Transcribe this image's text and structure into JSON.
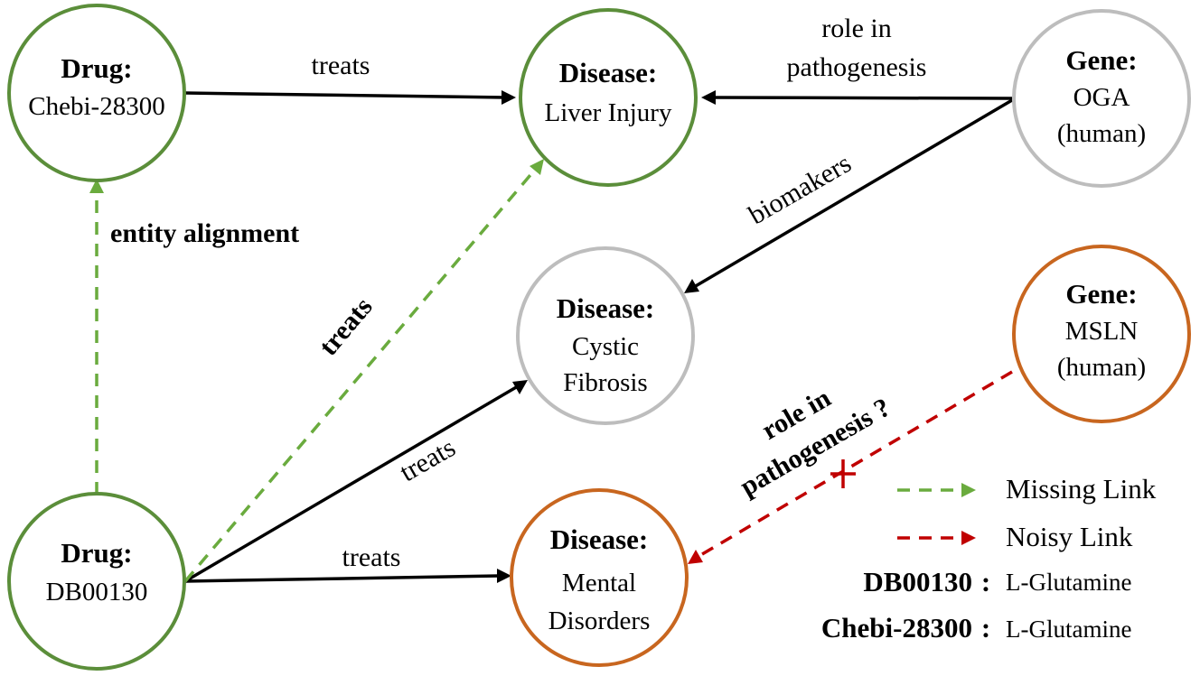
{
  "colors": {
    "green_node": "#5b8e3a",
    "gray_node": "#bdbdbd",
    "orange_node": "#c8661f",
    "black_edge": "#000000",
    "missing_link": "#6aab3e",
    "noisy_link": "#c00000"
  },
  "nodes": {
    "drug_chebi": {
      "type_label": "Drug:",
      "name_lines": [
        "Chebi-28300"
      ]
    },
    "disease_liver": {
      "type_label": "Disease:",
      "name_lines": [
        "Liver Injury"
      ]
    },
    "gene_oga": {
      "type_label": "Gene:",
      "name_lines": [
        "OGA",
        "(human)"
      ]
    },
    "disease_cf": {
      "type_label": "Disease:",
      "name_lines": [
        "Cystic",
        "Fibrosis"
      ]
    },
    "gene_msln": {
      "type_label": "Gene:",
      "name_lines": [
        "MSLN",
        "(human)"
      ]
    },
    "drug_db": {
      "type_label": "Drug:",
      "name_lines": [
        "DB00130"
      ]
    },
    "disease_mental": {
      "type_label": "Disease:",
      "name_lines": [
        "Mental",
        "Disorders"
      ]
    }
  },
  "edges": {
    "chebi_treats_liver": "treats",
    "oga_role_liver": [
      "role in",
      "pathogenesis"
    ],
    "oga_biomakers_cf": "biomakers",
    "entity_alignment": "entity alignment",
    "db_treats_liver_missing": "treats",
    "db_treats_cf": "treats",
    "db_treats_mental": "treats",
    "msln_role_mental_noisy": [
      "role in",
      "pathogenesis ?"
    ]
  },
  "legend": {
    "missing_link": "Missing Link",
    "noisy_link": "Noisy Link",
    "alias_1_key": "DB00130",
    "alias_1_value": "L-Glutamine",
    "alias_2_key": "Chebi-28300",
    "alias_2_value": "L-Glutamine",
    "separator": ":"
  }
}
